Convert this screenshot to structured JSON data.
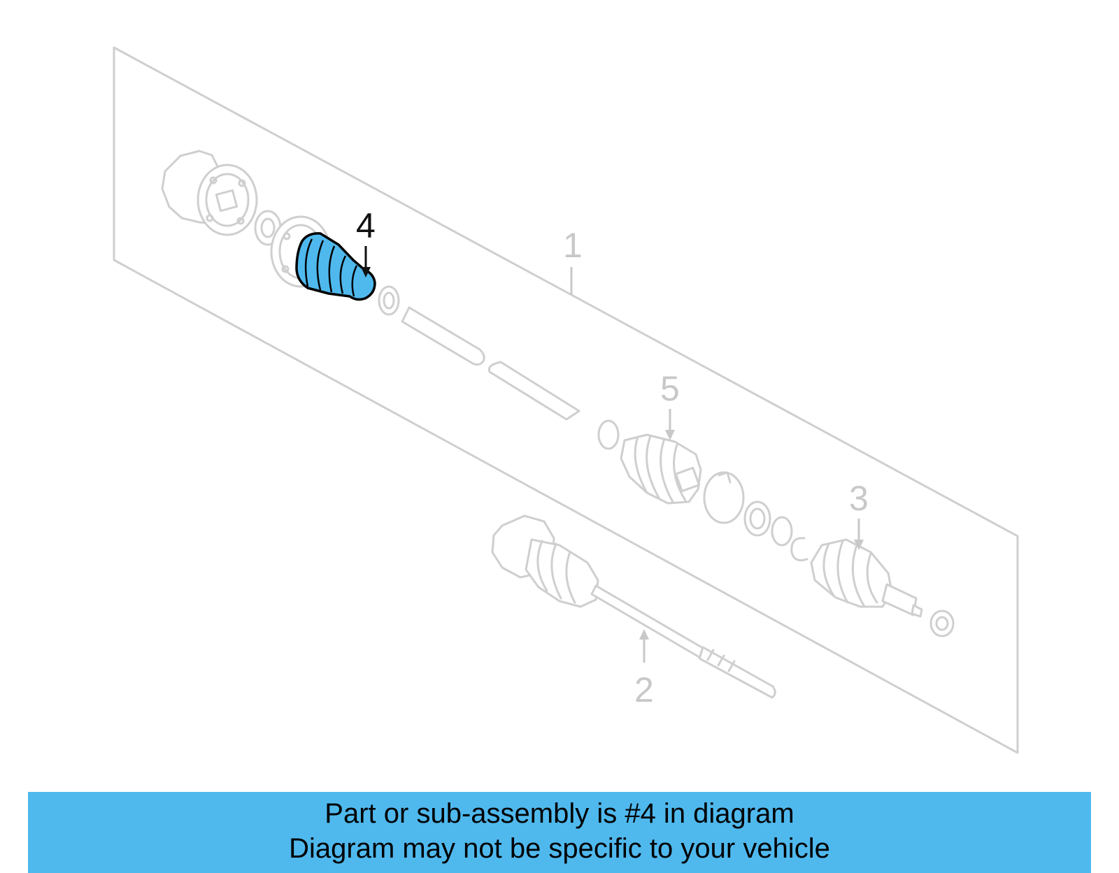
{
  "diagram": {
    "callouts": [
      {
        "id": "1",
        "label": "1"
      },
      {
        "id": "2",
        "label": "2"
      },
      {
        "id": "3",
        "label": "3"
      },
      {
        "id": "4",
        "label": "4",
        "highlighted": true
      },
      {
        "id": "5",
        "label": "5"
      }
    ],
    "highlight_color": "#4fb9ee",
    "ghost_color": "#cfcfcf"
  },
  "caption": {
    "line1": "Part or sub-assembly is #4 in diagram",
    "line2": "Diagram may not be specific to your vehicle",
    "background": "#4fb9ee"
  }
}
